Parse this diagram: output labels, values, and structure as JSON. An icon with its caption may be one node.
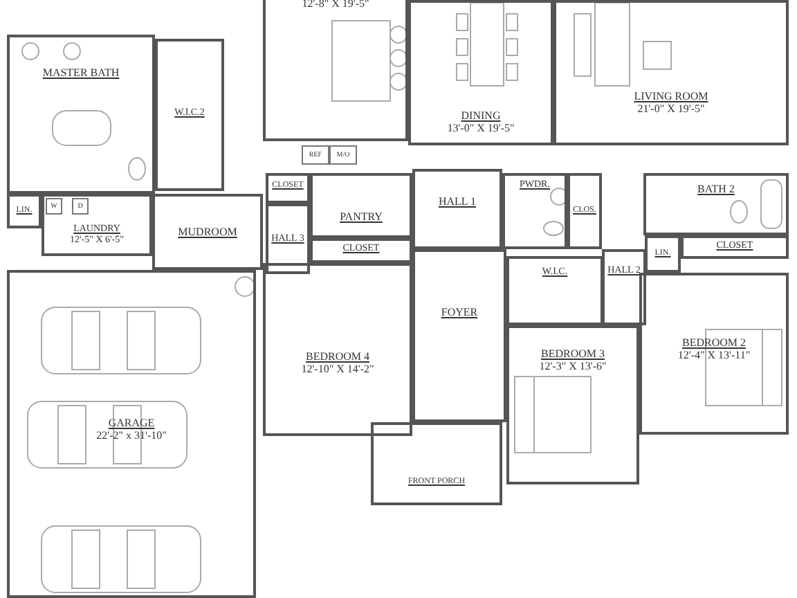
{
  "diagram": {
    "nodes": [
      {
        "text": [
          "MASTER BATH"
        ]
      },
      {
        "text": [
          "W.I.C.2"
        ]
      },
      {
        "text": [
          "12'-8\" X 19'-5\""
        ]
      },
      {
        "text": [
          "DINING",
          "13'-0\" X 19'-5\""
        ]
      },
      {
        "text": [
          "LIVING ROOM",
          "21'-0\" X 19'-5\""
        ]
      },
      {
        "text": [
          "LIN."
        ]
      },
      {
        "text": [
          "LAUNDRY",
          "12'-5\" X 6'-5\""
        ]
      },
      {
        "text": [
          "MUDROOM"
        ]
      },
      {
        "text": [
          "CLOSET"
        ]
      },
      {
        "text": [
          "PANTRY"
        ]
      },
      {
        "text": [
          "HALL 1"
        ]
      },
      {
        "text": [
          "PWDR."
        ]
      },
      {
        "text": [
          "CLOS."
        ]
      },
      {
        "text": [
          "BATH 2"
        ]
      },
      {
        "text": [
          "HALL 3"
        ]
      },
      {
        "text": [
          "CLOSET"
        ]
      },
      {
        "text": [
          "LIN."
        ]
      },
      {
        "text": [
          "CLOSET"
        ]
      },
      {
        "text": [
          "HALL 2"
        ]
      },
      {
        "text": [
          "W.I.C."
        ]
      },
      {
        "text": [
          "FOYER"
        ]
      },
      {
        "text": [
          "BEDROOM 4",
          "12'-10\" X 14'-2\""
        ]
      },
      {
        "text": [
          "BEDROOM 3",
          "12'-3\" X 13'-6\""
        ]
      },
      {
        "text": [
          "BEDROOM 2",
          "12'-4\" X 13'-11\""
        ]
      },
      {
        "text": [
          "GARAGE",
          "22'-2\" x 31'-10\""
        ]
      },
      {
        "text": [
          "FRONT PORCH"
        ]
      }
    ],
    "labels": [
      "REF",
      "M/O",
      "W",
      "D"
    ]
  }
}
